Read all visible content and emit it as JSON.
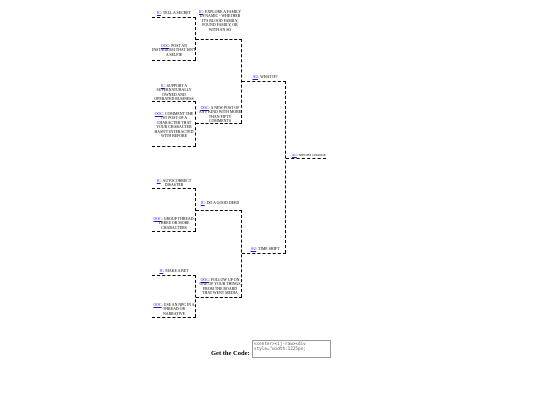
{
  "round1": [
    {
      "tag": "IC",
      "text": "TELL A SECRET"
    },
    {
      "tag": "OOC",
      "text": "POST AN INSTAGRAM THAT ISN'T A SELFIE"
    },
    {
      "tag": "IC",
      "text": "SUPPORT A SUPERNATURALLY OWNED AND OPERATED BUSINESS"
    },
    {
      "tag": "OOC",
      "text": "COMMENT THE 1ST POST OF A CHARACTER THAT YOUR CHARACTER HASN'T INTERACTED WITH BEFORE"
    },
    {
      "tag": "IC",
      "text": "AUTOCORRECT DISASTER"
    },
    {
      "tag": "OOC",
      "text": "GROUP THREAD: THREE OR MORE CHARACTERS"
    },
    {
      "tag": "IC",
      "text": "MAKE A BET"
    },
    {
      "tag": "OOC",
      "text": "USE AN NPC IN A THREAD OR NARRATIVE"
    }
  ],
  "round2": [
    {
      "tag": "IC",
      "text": "EXPLORE A FAMILY DYNAMIC - WHETHER IT'S BLOOD FAMILY, FOUND FAMILY, OR WITH AN SO"
    },
    {
      "tag": "OOC",
      "text": "A NEW POST OF ANY KIND WITH MORE THAN FIFTY COMMENTS"
    },
    {
      "tag": "IC",
      "text": "DO A GOOD DEED"
    },
    {
      "tag": "OOC",
      "text": "FOLLOW UP ON ONE OF YOUR THINGS FROM THE BOARD THAT WENT MEDIA"
    }
  ],
  "round3": [
    {
      "tag": "AU",
      "text": "WHAT IF?"
    },
    {
      "tag": "AU",
      "text": "TIME SHIFT"
    }
  ],
  "final": {
    "tag": "AU",
    "text": "SPECIES CHANGE"
  },
  "get_code_label": "Get the Code:",
  "code_value": "<center><ij-raw><div style=\"width:1225px;"
}
